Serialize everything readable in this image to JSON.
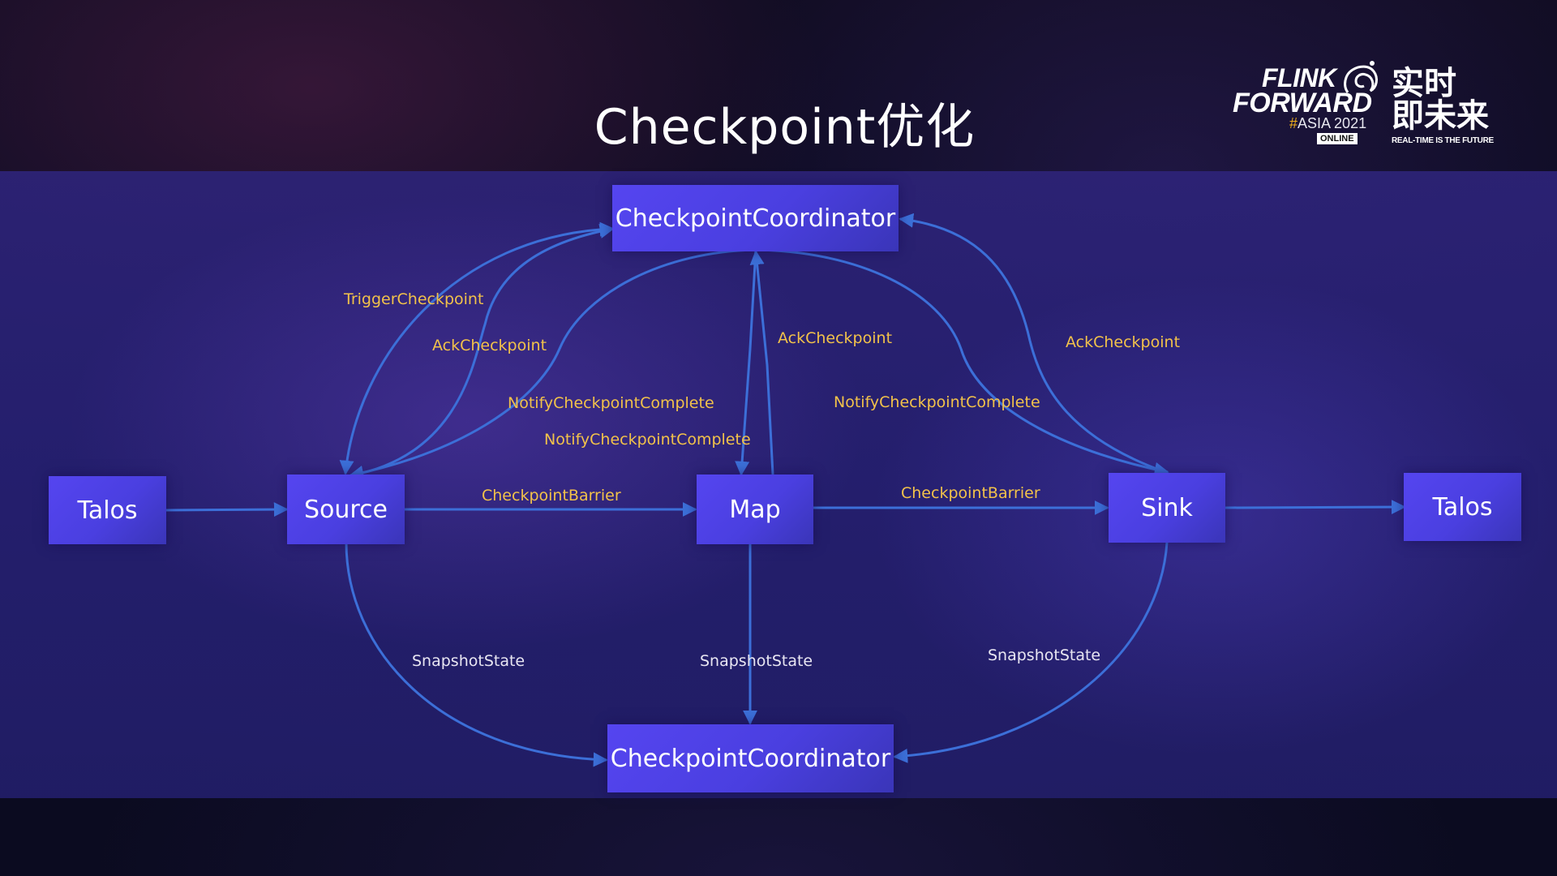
{
  "slide": {
    "title": "Checkpoint优化"
  },
  "logo": {
    "line1": "FLINK",
    "line2": "FORWARD",
    "hash": "#",
    "event": "ASIA 2021",
    "badge": "ONLINE",
    "cn_line1": "实时",
    "cn_line2": "即未来",
    "tagline": "REAL-TIME IS THE FUTURE"
  },
  "nodes": {
    "coordinator_top": "CheckpointCoordinator",
    "coordinator_bottom": "CheckpointCoordinator",
    "talos_in": "Talos",
    "source": "Source",
    "map": "Map",
    "sink": "Sink",
    "talos_out": "Talos"
  },
  "labels": {
    "trigger": "TriggerCheckpoint",
    "ack_source": "AckCheckpoint",
    "notify_source": "NotifyCheckpointComplete",
    "notify_map": "NotifyCheckpointComplete",
    "ack_map": "AckCheckpoint",
    "notify_sink": "NotifyCheckpointComplete",
    "ack_sink": "AckCheckpoint",
    "barrier_1": "CheckpointBarrier",
    "barrier_2": "CheckpointBarrier",
    "snapshot_source": "SnapshotState",
    "snapshot_map": "SnapshotState",
    "snapshot_sink": "SnapshotState"
  },
  "colors": {
    "edge": "#3c6fd8",
    "label_yellow": "#f2c24a",
    "label_white": "#e8e6f2",
    "node_fill": "#4a3fe0"
  }
}
